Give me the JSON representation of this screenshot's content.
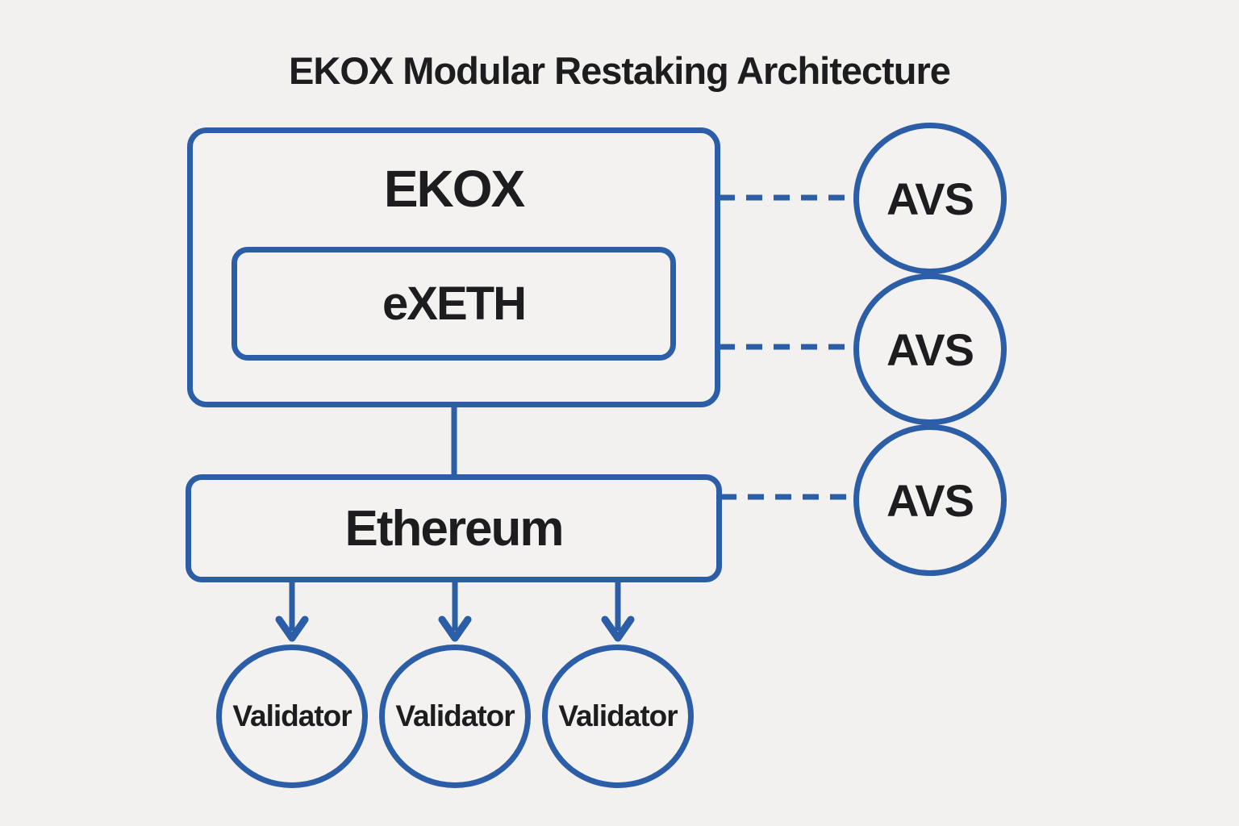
{
  "title": "EKOX Modular Restaking Architecture",
  "nodes": {
    "ekox": {
      "label": "EKOX"
    },
    "exeth": {
      "label": "eXETH"
    },
    "ethereum": {
      "label": "Ethereum"
    },
    "avs": [
      {
        "label": "AVS"
      },
      {
        "label": "AVS"
      },
      {
        "label": "AVS"
      }
    ],
    "validators": [
      {
        "label": "Validator"
      },
      {
        "label": "Validator"
      },
      {
        "label": "Validator"
      }
    ]
  },
  "connectors": {
    "ekox_to_ethereum": "solid-line",
    "ekox_to_avs_count": 2,
    "ethereum_to_avs_count": 1,
    "ethereum_to_validator_arrows": 3,
    "dashed_style": "dashed"
  },
  "colors": {
    "accent_blue": "#2b5ea6",
    "text_dark": "#1d1d1f",
    "background": "#f2f1ef",
    "node_fill": "#f3f2f0"
  }
}
